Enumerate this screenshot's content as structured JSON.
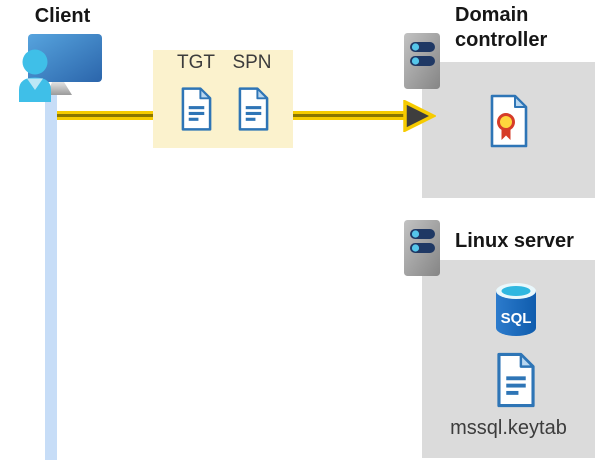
{
  "client": {
    "label": "Client"
  },
  "ticket_box": {
    "tgt_label": "TGT",
    "spn_label": "SPN"
  },
  "domain_controller": {
    "title": "Domain controller"
  },
  "linux_server": {
    "title": "Linux server",
    "sql_icon_text": "SQL",
    "keytab_label": "mssql.keytab"
  },
  "icons": {
    "client": "client-workstation-icon",
    "server": "server-tower-icon",
    "ticket_document": "document-icon",
    "certificate": "certificate-icon",
    "sql_database": "sql-database-icon",
    "arrow": "request-arrow-icon"
  },
  "colors": {
    "arrow_yellow": "#f6cb00",
    "arrow_core": "#8a7600",
    "arrowhead_dark": "#3e3e3e",
    "ticket_box_bg": "#fbf2cd",
    "panel_gray": "#dbdbdb",
    "timeline_blue": "#c7ddf7",
    "document_blue": "#2e75b6",
    "person_cyan": "#3fbfe8",
    "sql_blue": "#1267be",
    "seal_red": "#d63c28",
    "seal_yellow": "#ffd53d",
    "server_bar_navy": "#1f3864"
  }
}
